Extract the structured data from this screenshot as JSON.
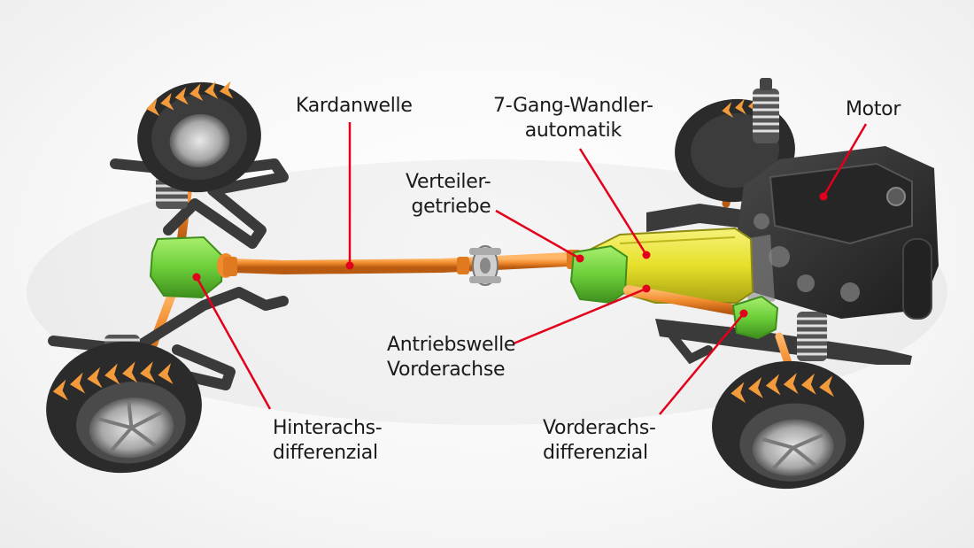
{
  "labels": {
    "kardanwelle": [
      "Kardanwelle"
    ],
    "wandler": [
      "7-Gang-Wandler-",
      "automatik"
    ],
    "motor": [
      "Motor"
    ],
    "verteiler": [
      "Verteiler-",
      "getriebe"
    ],
    "antriebswelle": [
      "Antriebswelle",
      "Vorderachse"
    ],
    "hinterachs": [
      "Hinterachs-",
      "differenzial"
    ],
    "vorderachs": [
      "Vorderachs-",
      "differenzial"
    ]
  },
  "colors": {
    "leader": "#e3001b",
    "shaft": "#f08a2c",
    "transmission": "#e6e02a",
    "differential": "#6ccf3a",
    "tire": "#2b2b2b",
    "chevron": "#f39a3a",
    "chassis": "#3a3a3a",
    "engine": "#2e2e2e"
  }
}
